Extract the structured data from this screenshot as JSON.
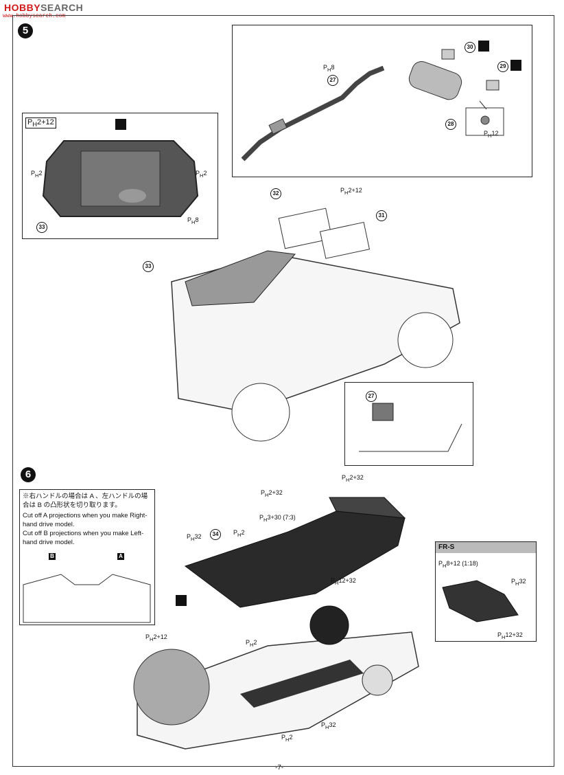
{
  "watermark": {
    "part1": "HOBBY",
    "part2": "SEARCH",
    "url": "www.hobbysearch.com"
  },
  "steps": [
    "5",
    "6"
  ],
  "step5": {
    "inset_left_header": "2+12",
    "inset_labels": {
      "l_left": "2",
      "l_right": "2",
      "l_bottom": "8"
    },
    "part_33": "33",
    "part_27": "27",
    "part_28": "28",
    "part_29": "29",
    "part_30": "30",
    "part_31": "31",
    "part_32": "32",
    "exhaust_labels": {
      "pipe": "8",
      "tip": "12"
    },
    "cover_label": "2+12"
  },
  "step6": {
    "note_ja": "※右ハンドルの場合は A 、左ハンドルの場合は B の凸形状を切り取ります。",
    "note_en_1": "Cut off A projections when you make Right-hand drive model.",
    "note_en_2": "Cut off B projections when you make Left-hand drive model.",
    "letter_a": "A",
    "letter_b": "B",
    "part_34": "34",
    "labels": {
      "top": "2+32",
      "mid1": "2+32",
      "mix": "3+30 (7:3)",
      "p2": "2",
      "p32": "32",
      "side": "12+32",
      "chassis_front": "2+12",
      "chassis_p2a": "2",
      "chassis_p2b": "2",
      "chassis_p32": "32"
    },
    "fr_s": {
      "header": "FR-S",
      "mix": "8+12 (1:18)",
      "p32": "32",
      "bottom": "12+32"
    }
  },
  "page_number": "-7-"
}
